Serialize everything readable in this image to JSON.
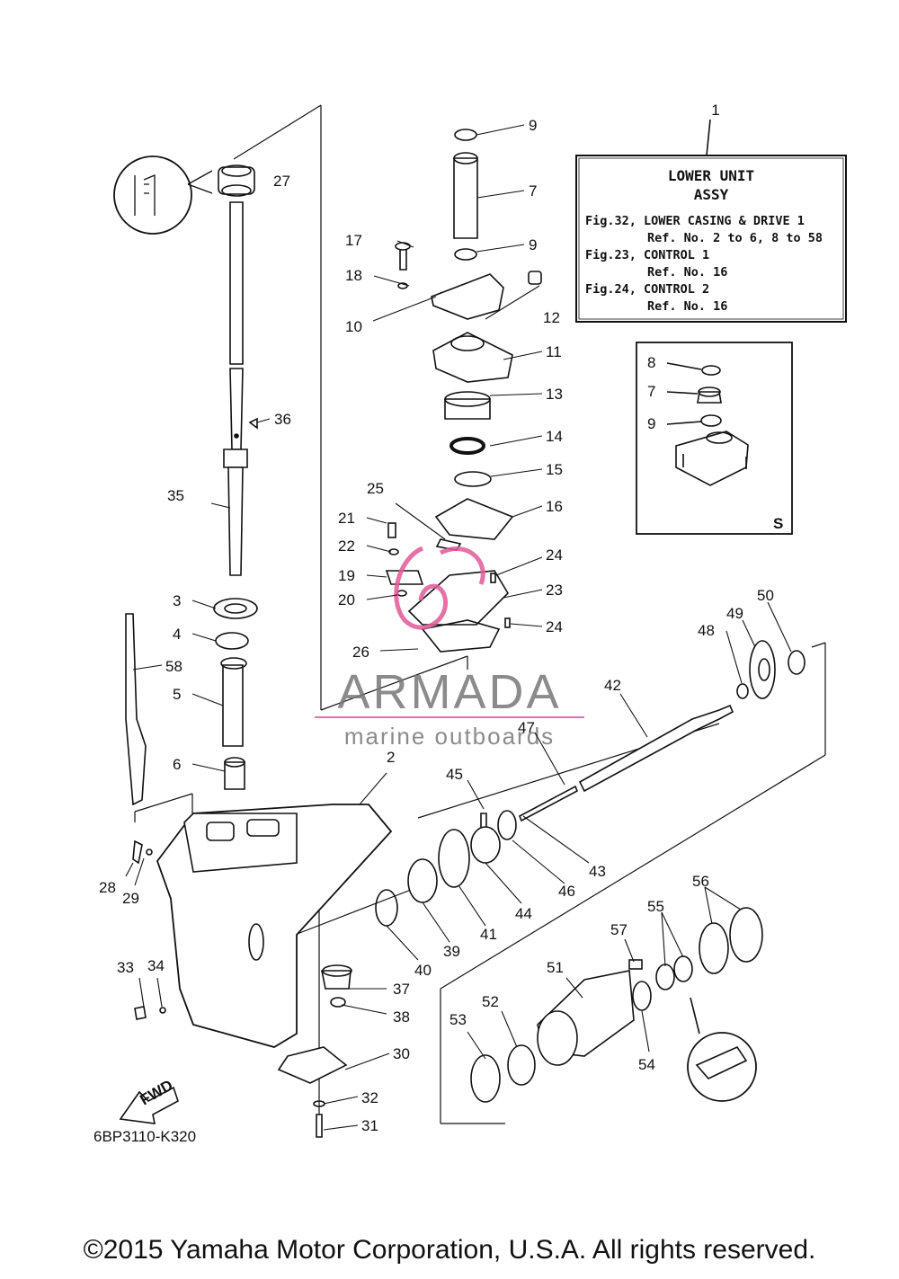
{
  "info_box": {
    "ref": "1",
    "title_line1": "LOWER UNIT",
    "title_line2": "ASSY",
    "lines": [
      "Fig.32, LOWER CASING & DRIVE 1",
      "Ref. No. 2 to 6, 8 to 58",
      "Fig.23, CONTROL 1",
      "Ref. No. 16",
      "Fig.24, CONTROL 2",
      "Ref. No. 16"
    ]
  },
  "inset": {
    "marker": "S",
    "labels": [
      "8",
      "7",
      "9"
    ]
  },
  "watermark": {
    "brand": "ARMADA",
    "tagline": "marine outboards",
    "accent_color": "#e05a98"
  },
  "fwd_label": "FWD",
  "part_code": "6BP3110-K320",
  "copyright": "©2015 Yamaha Motor Corporation, U.S.A. All rights reserved.",
  "callouts": {
    "c2": "2",
    "c3": "3",
    "c4": "4",
    "c5": "5",
    "c6": "6",
    "c7": "7",
    "c9a": "9",
    "c9b": "9",
    "c10": "10",
    "c11": "11",
    "c12": "12",
    "c13": "13",
    "c14": "14",
    "c15": "15",
    "c16": "16",
    "c17": "17",
    "c18": "18",
    "c19": "19",
    "c20": "20",
    "c21": "21",
    "c22": "22",
    "c23": "23",
    "c24a": "24",
    "c24b": "24",
    "c25": "25",
    "c26": "26",
    "c27": "27",
    "c28": "28",
    "c29": "29",
    "c30": "30",
    "c31": "31",
    "c32": "32",
    "c33": "33",
    "c34": "34",
    "c35": "35",
    "c36": "36",
    "c37": "37",
    "c38": "38",
    "c39": "39",
    "c40": "40",
    "c41": "41",
    "c42": "42",
    "c43": "43",
    "c44": "44",
    "c45": "45",
    "c46": "46",
    "c47": "47",
    "c48": "48",
    "c49": "49",
    "c50": "50",
    "c51": "51",
    "c52": "52",
    "c53": "53",
    "c54": "54",
    "c55": "55",
    "c56": "56",
    "c57": "57",
    "c58": "58"
  }
}
